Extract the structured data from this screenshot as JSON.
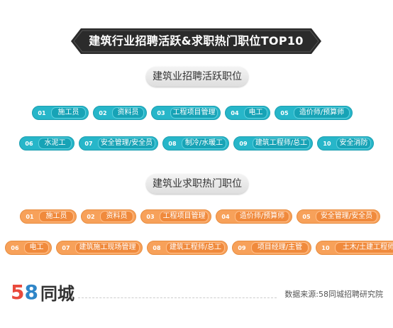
{
  "chart_data": {
    "type": "table",
    "title": "建筑行业招聘活跃&求职热门职位TOP10",
    "sections": [
      {
        "title": "建筑业招聘活跃职位",
        "items": [
          {
            "rank": "01",
            "label": "施工员"
          },
          {
            "rank": "02",
            "label": "资料员"
          },
          {
            "rank": "03",
            "label": "工程项目管理"
          },
          {
            "rank": "04",
            "label": "电工"
          },
          {
            "rank": "05",
            "label": "造价师/预算师"
          },
          {
            "rank": "06",
            "label": "水泥工"
          },
          {
            "rank": "07",
            "label": "安全管理/安全员"
          },
          {
            "rank": "08",
            "label": "制冷/水暖工"
          },
          {
            "rank": "09",
            "label": "建筑工程师/总工"
          },
          {
            "rank": "10",
            "label": "安全消防"
          }
        ]
      },
      {
        "title": "建筑业求职热门职位",
        "items": [
          {
            "rank": "01",
            "label": "施工员"
          },
          {
            "rank": "02",
            "label": "资料员"
          },
          {
            "rank": "03",
            "label": "工程项目管理"
          },
          {
            "rank": "04",
            "label": "造价师/预算师"
          },
          {
            "rank": "05",
            "label": "安全管理/安全员"
          },
          {
            "rank": "06",
            "label": "电工"
          },
          {
            "rank": "07",
            "label": "建筑施工现场管理"
          },
          {
            "rank": "08",
            "label": "建筑工程师/总工"
          },
          {
            "rank": "09",
            "label": "项目经理/主管"
          },
          {
            "rank": "10",
            "label": "土木/土建工程师"
          }
        ]
      }
    ]
  },
  "footer": {
    "logo_digit_5": "5",
    "logo_digit_8": "8",
    "logo_text": "同城",
    "source": "数据来源:58同城招聘研究院"
  },
  "colors": {
    "banner": "#2b2b2b",
    "teal": "#27b6c9",
    "orange": "#f7a15a",
    "logo_red": "#e94a3c",
    "logo_blue": "#2f86c8"
  }
}
